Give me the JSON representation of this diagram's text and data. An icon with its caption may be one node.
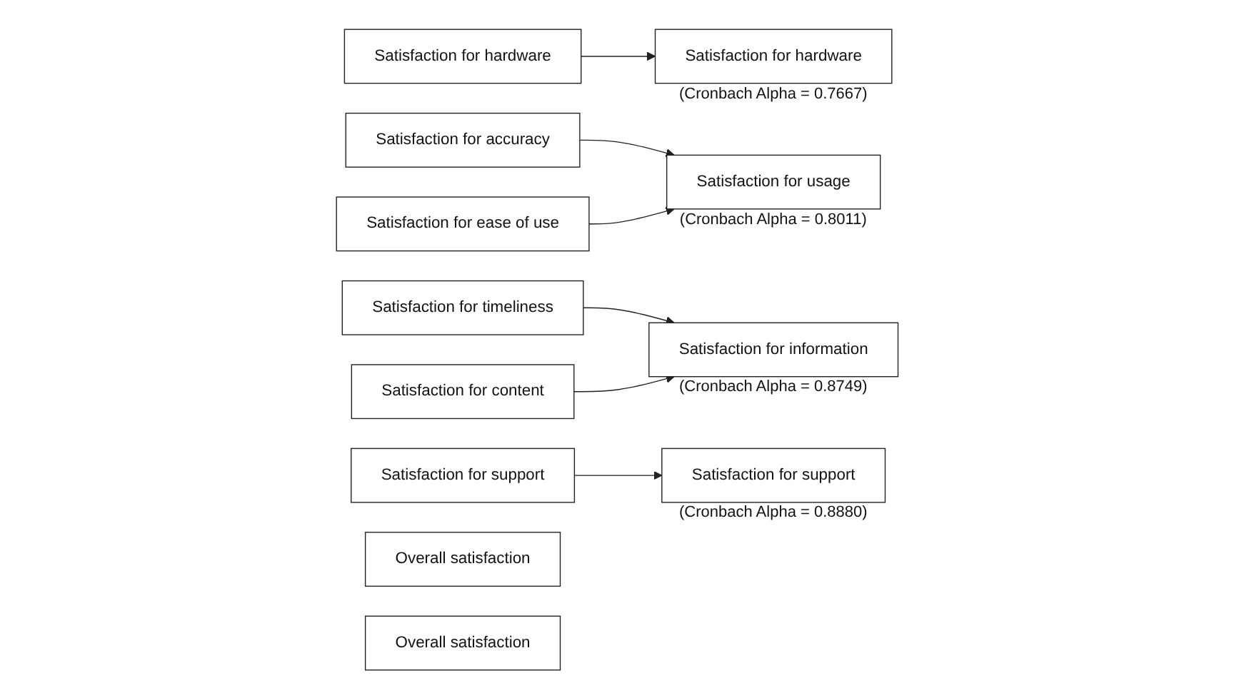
{
  "diagram": {
    "nodes": [
      {
        "text": [
          "Satisfaction for hardware"
        ]
      },
      {
        "text": [
          "Satisfaction for hardware"
        ],
        "beside": [
          "(Cronbach Alpha = 0.7667)"
        ]
      },
      {
        "text": [
          "Satisfaction for accuracy"
        ]
      },
      {
        "text": [
          "Satisfaction for usage"
        ],
        "beside": [
          "(Cronbach Alpha = 0.8011)"
        ]
      },
      {
        "text": [
          "Satisfaction for ease of use"
        ]
      },
      {
        "text": [
          "Satisfaction for timeliness"
        ]
      },
      {
        "text": [
          "Satisfaction for information"
        ],
        "beside": [
          "(Cronbach Alpha = 0.8749)"
        ]
      },
      {
        "text": [
          "Satisfaction for content"
        ]
      },
      {
        "text": [
          "Satisfaction for support"
        ]
      },
      {
        "text": [
          "Satisfaction for support"
        ],
        "beside": [
          "(Cronbach Alpha = 0.8880)"
        ]
      },
      {
        "text": [
          "Overall satisfaction"
        ]
      },
      {
        "text": [
          "Overall satisfaction"
        ]
      }
    ],
    "edges": [
      {
        "from": 0,
        "to": 1,
        "arrow": "to"
      },
      {
        "from": 2,
        "to": 3,
        "arrow": "to"
      },
      {
        "from": 4,
        "to": 3,
        "arrow": "to"
      },
      {
        "from": 5,
        "to": 6,
        "arrow": "to"
      },
      {
        "from": 7,
        "to": 6,
        "arrow": "to"
      },
      {
        "from": 8,
        "to": 9,
        "arrow": "to"
      }
    ]
  }
}
